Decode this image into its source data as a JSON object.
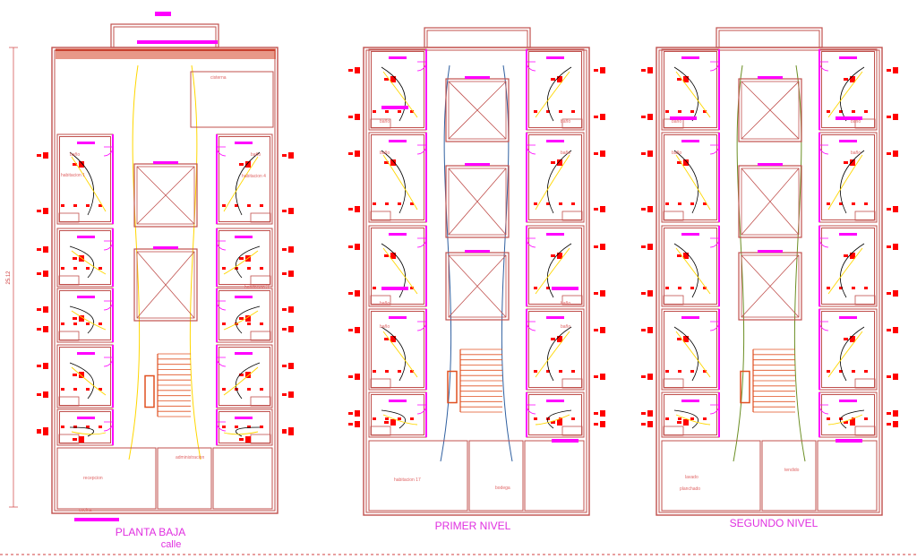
{
  "colors": {
    "wall": "#c0504d",
    "stair": "#e05020",
    "magenta": "#ff00ff",
    "symbol": "#ff0000",
    "wire_yellow": "#ffd700",
    "wire_black": "#000000",
    "wire_green": "#6b8e23",
    "wire_blue": "#3060a0",
    "room_label": "#e06666",
    "title": "#e030e0",
    "accent_orange": "#f06000",
    "dim": "#d04040"
  },
  "plans": [
    {
      "id": "planta-baja",
      "title": "PLANTA BAJA",
      "subtitle": "calle",
      "dimension": "25.12",
      "labels": {
        "top_note": "cisterna",
        "cocina": "cocina",
        "recepcion": "recepcion",
        "administracion": "administracion",
        "bano": "baño",
        "habitacion_1": "habitacion 1",
        "habitacion_4": "habitacion 4",
        "habitacion_3": "habitacion 3"
      }
    },
    {
      "id": "primer-nivel",
      "title": "PRIMER NIVEL",
      "labels": {
        "bano": "baño",
        "habitacion_17": "habitacion 17",
        "bodega": "bodega"
      }
    },
    {
      "id": "segundo-nivel",
      "title": "SEGUNDO NIVEL",
      "labels": {
        "bano": "baño",
        "lavado": "lavado",
        "planchado": "planchado",
        "tendido": "tendido"
      }
    }
  ]
}
